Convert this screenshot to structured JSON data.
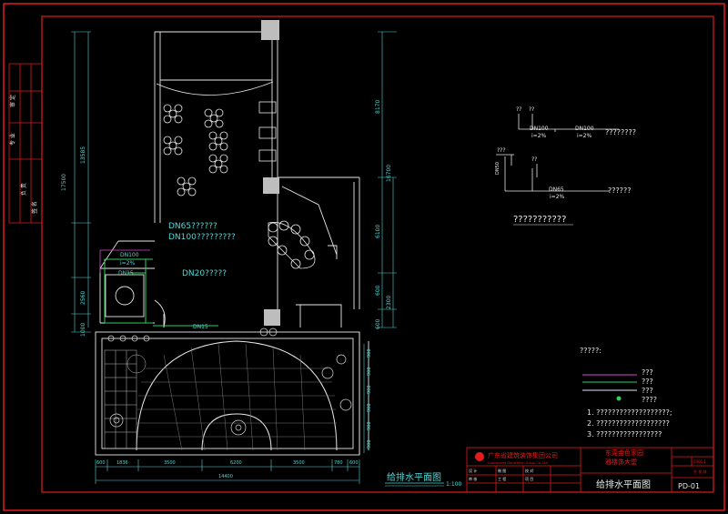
{
  "title_block": {
    "company_cn": "广东省建筑装饰集团公司",
    "company_en": "Guangdong Decoration Group Co.,Ltd",
    "project_line1": "东莞金色家园",
    "project_line2": "雅楼饰大堂",
    "drawing_name": "给排水平面图",
    "drawing_no": "PD-01",
    "small_cells": [
      "设 计",
      "制 图",
      "校 对",
      "审 核",
      "工 程",
      "项 目"
    ],
    "side_tag": "2001.1",
    "side_tag2": "开 发 部"
  },
  "plan_title": {
    "name": "给排水平面图",
    "scale": "1:100"
  },
  "left_strip": [
    "审 定",
    "专 业",
    "负 责",
    "签 名"
  ],
  "labels": {
    "dn65": "DN65??????",
    "dn100": "DN100?????????",
    "dn20": "DN20?????",
    "dn15_top": "DN15",
    "dn15_mid": "DN15",
    "dn100_small": "DN100",
    "i2": "i=2%"
  },
  "dims_left": [
    "17500",
    "13585",
    "2560",
    "1000"
  ],
  "dims_right": [
    "8170",
    "16700",
    "6100",
    "600",
    "2300",
    "600"
  ],
  "dims_bottom": [
    "600",
    "1836",
    "3500",
    "6200",
    "3500",
    "780",
    "600"
  ],
  "dims_bottom_total": "14400",
  "dims_right_small": [
    "900",
    "900",
    "900",
    "900",
    "900",
    "900"
  ],
  "riser": {
    "q1": "??",
    "q2": "??",
    "dn100_a": "DN100",
    "i2_a": "i=2%",
    "dn100_b": "DN100",
    "i2_b": "i=2%",
    "right_a": "????????",
    "q3": "???",
    "q4": "??",
    "dn65": "DN65",
    "i2_c": "i=2%",
    "right_b": "??????",
    "vert": "DN50",
    "caption": "???????????"
  },
  "legend": {
    "heading": "?????:",
    "items": [
      "???",
      "???",
      "???",
      "????"
    ],
    "notes": [
      "1. ???????????????????;",
      "2. ???????????????????",
      "3. ?????????????????"
    ]
  },
  "colors": {
    "frame": "#e21b1b",
    "cyan": "#4fd7d7",
    "white": "#e8e8e8",
    "magenta": "#d24ad2",
    "green": "#2fd15a"
  }
}
